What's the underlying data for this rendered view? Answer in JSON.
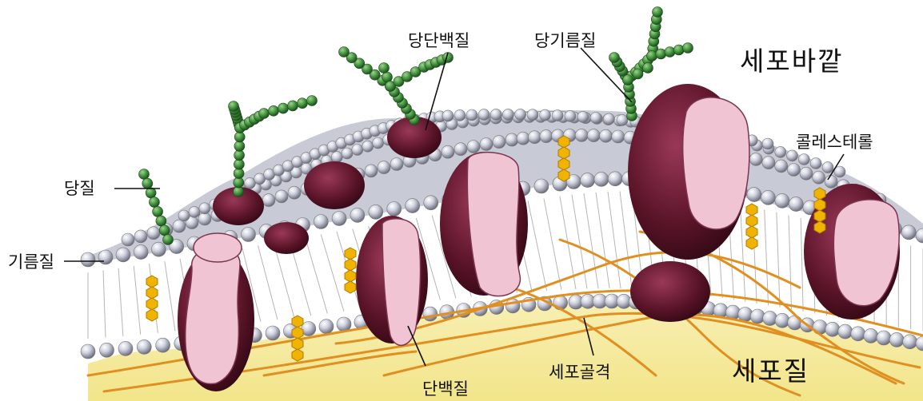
{
  "labels": {
    "glycoprotein": "당단백질",
    "glycolipid": "당기름질",
    "outside": "세포바깥",
    "cholesterol": "콜레스테롤",
    "carbohydrate": "당질",
    "lipid": "기름질",
    "protein": "단백질",
    "cytoskeleton": "세포골격",
    "cytoplasm": "세포질"
  },
  "colors": {
    "lipid_head": "#c9ccd8",
    "lipid_tail": "#b5b5b5",
    "protein_dark": "#5a1428",
    "protein_light": "#f0c4d2",
    "sugar": "#3f8f3a",
    "cholesterol": "#f0b400",
    "cytoskeleton": "#e09020",
    "cytoplasm": "#f7efb0"
  }
}
